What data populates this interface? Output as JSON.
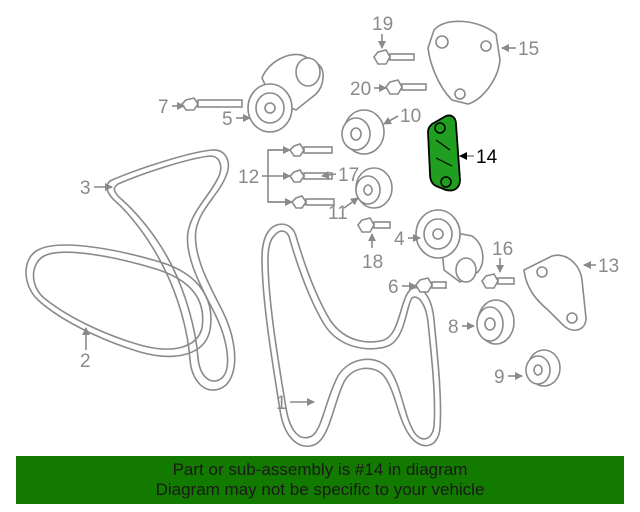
{
  "colors": {
    "banner_background": "#137a00",
    "highlight_part": "#1f9e1f",
    "line_gray": "#8a8a8a",
    "label_gray": "#8a8a8a",
    "highlight_label": "#000000"
  },
  "callouts": [
    {
      "id": "c1",
      "label": "1"
    },
    {
      "id": "c2",
      "label": "2"
    },
    {
      "id": "c3",
      "label": "3"
    },
    {
      "id": "c4",
      "label": "4"
    },
    {
      "id": "c5",
      "label": "5"
    },
    {
      "id": "c6",
      "label": "6"
    },
    {
      "id": "c7",
      "label": "7"
    },
    {
      "id": "c8",
      "label": "8"
    },
    {
      "id": "c9",
      "label": "9"
    },
    {
      "id": "c10",
      "label": "10"
    },
    {
      "id": "c11",
      "label": "11"
    },
    {
      "id": "c12",
      "label": "12"
    },
    {
      "id": "c13",
      "label": "13"
    },
    {
      "id": "c14",
      "label": "14",
      "highlighted": true
    },
    {
      "id": "c15",
      "label": "15"
    },
    {
      "id": "c16",
      "label": "16"
    },
    {
      "id": "c17",
      "label": "17"
    },
    {
      "id": "c18",
      "label": "18"
    },
    {
      "id": "c19",
      "label": "19"
    },
    {
      "id": "c20",
      "label": "20"
    }
  ],
  "banner": {
    "line1": "Part or sub-assembly is #14 in diagram",
    "line2": "Diagram may not be specific to your vehicle"
  }
}
